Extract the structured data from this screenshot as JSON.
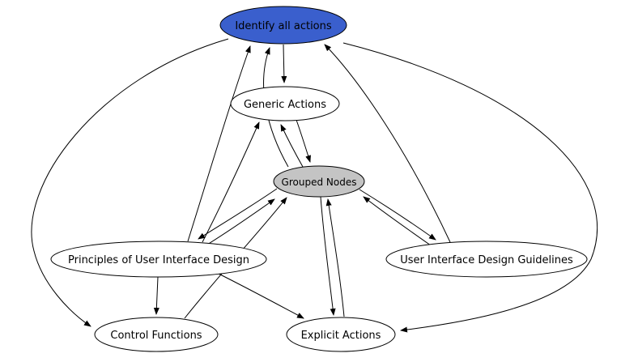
{
  "diagram": {
    "type": "directed-graph",
    "background": "#ffffff",
    "edge_color": "#000000",
    "nodes": [
      {
        "id": "identify",
        "label": "Identify all actions",
        "fill": "#3a5fcd",
        "text_color": "#000000"
      },
      {
        "id": "generic",
        "label": "Generic Actions",
        "fill": "#ffffff",
        "text_color": "#000000"
      },
      {
        "id": "grouped",
        "label": "Grouped Nodes",
        "fill": "#c4c4c4",
        "text_color": "#000000"
      },
      {
        "id": "principles",
        "label": "Principles of User Interface Design",
        "fill": "#ffffff",
        "text_color": "#000000"
      },
      {
        "id": "guidelines",
        "label": "User Interface Design Guidelines",
        "fill": "#ffffff",
        "text_color": "#000000"
      },
      {
        "id": "control",
        "label": "Control Functions",
        "fill": "#ffffff",
        "text_color": "#000000"
      },
      {
        "id": "explicit",
        "label": "Explicit Actions",
        "fill": "#ffffff",
        "text_color": "#000000"
      }
    ],
    "edges": [
      {
        "from": "identify",
        "to": "generic"
      },
      {
        "from": "generic",
        "to": "grouped"
      },
      {
        "from": "grouped",
        "to": "generic"
      },
      {
        "from": "grouped",
        "to": "identify"
      },
      {
        "from": "principles",
        "to": "identify"
      },
      {
        "from": "principles",
        "to": "generic"
      },
      {
        "from": "guidelines",
        "to": "identify"
      },
      {
        "from": "identify",
        "to": "explicit"
      },
      {
        "from": "identify",
        "to": "control"
      },
      {
        "from": "grouped",
        "to": "principles"
      },
      {
        "from": "principles",
        "to": "grouped"
      },
      {
        "from": "grouped",
        "to": "guidelines"
      },
      {
        "from": "guidelines",
        "to": "grouped"
      },
      {
        "from": "grouped",
        "to": "explicit"
      },
      {
        "from": "explicit",
        "to": "grouped"
      },
      {
        "from": "principles",
        "to": "control"
      },
      {
        "from": "principles",
        "to": "explicit"
      },
      {
        "from": "control",
        "to": "grouped"
      }
    ]
  }
}
